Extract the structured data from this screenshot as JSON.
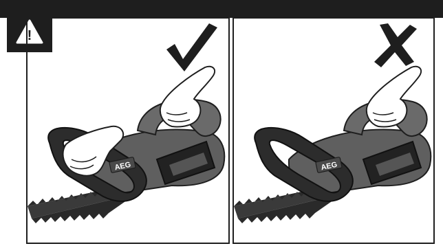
{
  "warning": {
    "symbol": "!",
    "icon": "warning-triangle-icon"
  },
  "panels": [
    {
      "id": "correct",
      "mark_icon": "checkmark-icon",
      "brand": "AEG",
      "verdict": "correct"
    },
    {
      "id": "incorrect",
      "mark_icon": "cross-mark-icon",
      "brand": "AEG",
      "verdict": "incorrect"
    }
  ],
  "colors": {
    "frame": "#1e1e1e",
    "device": "#5f5f5f",
    "device_dark": "#2a2a2a",
    "glove": "#ffffff"
  }
}
